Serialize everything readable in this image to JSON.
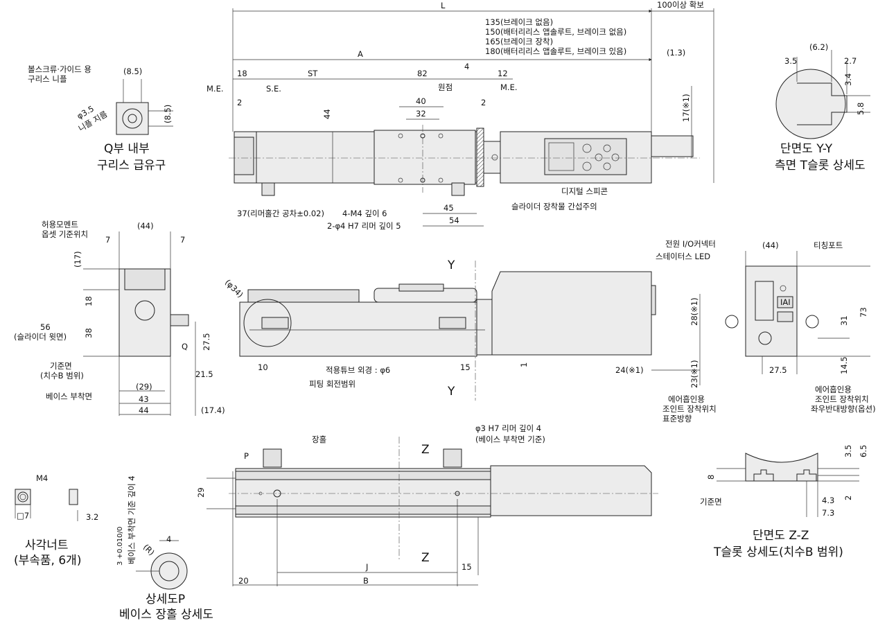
{
  "top_view": {
    "dims": {
      "L": "L",
      "A": "A",
      "ST": "ST",
      "d82": "82",
      "d18": "18",
      "d12": "12",
      "d4": "4",
      "d2a": "2",
      "d2b": "2",
      "d40": "40",
      "d32": "32",
      "d44": "44",
      "d45": "45",
      "d54": "54",
      "d100": "100이상 확보",
      "d13": "(1.3)",
      "d17": "17(※1)"
    },
    "labels": {
      "me_left": "M.E.",
      "se": "S.E.",
      "origin": "원점",
      "me_right": "M.E.",
      "len1": "135(브레이크 없음)",
      "len2": "150(배터리리스 앱솔루트, 브레이크 없음)",
      "len3": "165(브레이크 장착)",
      "len4": "180(배터리리스 앱솔루트, 브레이크 있음)",
      "digital_speaker": "디지털 스피콘",
      "slider_warning": "슬라이더 장착물 간섭주의",
      "reamer_pitch": "37(리머홀간 공차±0.02)",
      "m4_depth": "4-M4 깊이 6",
      "reamer_h7": "2-φ4 H7 리머 깊이 5"
    }
  },
  "q_detail": {
    "dims": {
      "d85a": "(8.5)",
      "d85b": "(8.5)",
      "d35": "φ3.5",
      "nipple": "니플 지름"
    },
    "labels": {
      "ball": "볼스크류·가이드 용",
      "nipple_grease": "구리스 니플",
      "title1": "Q부 내부",
      "title2": "구리스 급유구"
    }
  },
  "yy_section": {
    "dims": {
      "d35": "3.5",
      "d62": "(6.2)",
      "d27": "2.7",
      "d34": "3.4",
      "d58": "5.8"
    },
    "labels": {
      "title1": "단면도 Y-Y",
      "title2": "측면 T슬롯 상세도"
    }
  },
  "left_view": {
    "dims": {
      "d44top": "(44)",
      "d7a": "7",
      "d7b": "7",
      "d17": "(17)",
      "d18": "18",
      "d38": "38",
      "d56": "56",
      "d275": "27.5",
      "d215": "21.5",
      "d29": "(29)",
      "d43": "43",
      "d44": "44",
      "d174": "(17.4)",
      "q": "Q"
    },
    "labels": {
      "allow1": "허용모멘트",
      "allow2": "옵셋 기준위치",
      "slider": "(슬라이더 윗면)",
      "ref1": "기준면",
      "ref2": "(치수B 범위)",
      "base": "베이스 부착면"
    }
  },
  "front_view": {
    "dims": {
      "phi34": "(φ34)",
      "d10": "10",
      "d15": "15",
      "d1": "1",
      "d28": "28(※1)",
      "d24": "24(※1)",
      "d23": "23(※1)"
    },
    "labels": {
      "y_top": "Y",
      "y_bottom": "Y",
      "tube": "적용튜브 외경 : φ6",
      "fitting": "피팅 회전범위"
    }
  },
  "right_view": {
    "dims": {
      "d44": "(44)",
      "d73": "73",
      "d31": "31",
      "d145": "14.5",
      "d275": "27.5"
    },
    "labels": {
      "power": "전원 I/O커넥터",
      "status": "스테이터스 LED",
      "teaching": "티칭포트",
      "std1": "에어흡인용",
      "std2": "조인트 장착위치",
      "std3": "표준방향",
      "opt1": "에어흡인용",
      "opt2": "조인트 장착위치",
      "opt3": "좌우반대방향(옵션)",
      "logo": "IAI"
    }
  },
  "bottom_view": {
    "dims": {
      "d29": "29",
      "d20": "20",
      "J": "J",
      "B": "B",
      "d15": "15"
    },
    "labels": {
      "long_hole": "장홀",
      "p": "P",
      "z_top": "Z",
      "z_bottom": "Z",
      "reamer1": "φ3 H7 리머 깊이 4",
      "reamer2": "(베이스 부착면 기준)"
    }
  },
  "zz_section": {
    "dims": {
      "d8": "8",
      "d35": "3.5",
      "d65": "6.5",
      "d2": "2",
      "d43": "4.3",
      "d73": "7.3"
    },
    "labels": {
      "ref": "기준면",
      "title1": "단면도 Z-Z",
      "title2": "T슬롯 상세도(치수B 범위)"
    }
  },
  "square_nut": {
    "dims": {
      "m4": "M4",
      "sq7": "□7",
      "d32": "3.2"
    },
    "labels": {
      "title1": "사각너트",
      "title2": "(부속품, 6개)"
    }
  },
  "p_detail": {
    "dims": {
      "d4": "4",
      "r": "(R)",
      "tol": "3 +0.010/0",
      "basedepth": "베이스 부착면 기준 깊이 4"
    },
    "labels": {
      "title1": "상세도P",
      "title2": "베이스 장홀 상세도"
    }
  }
}
